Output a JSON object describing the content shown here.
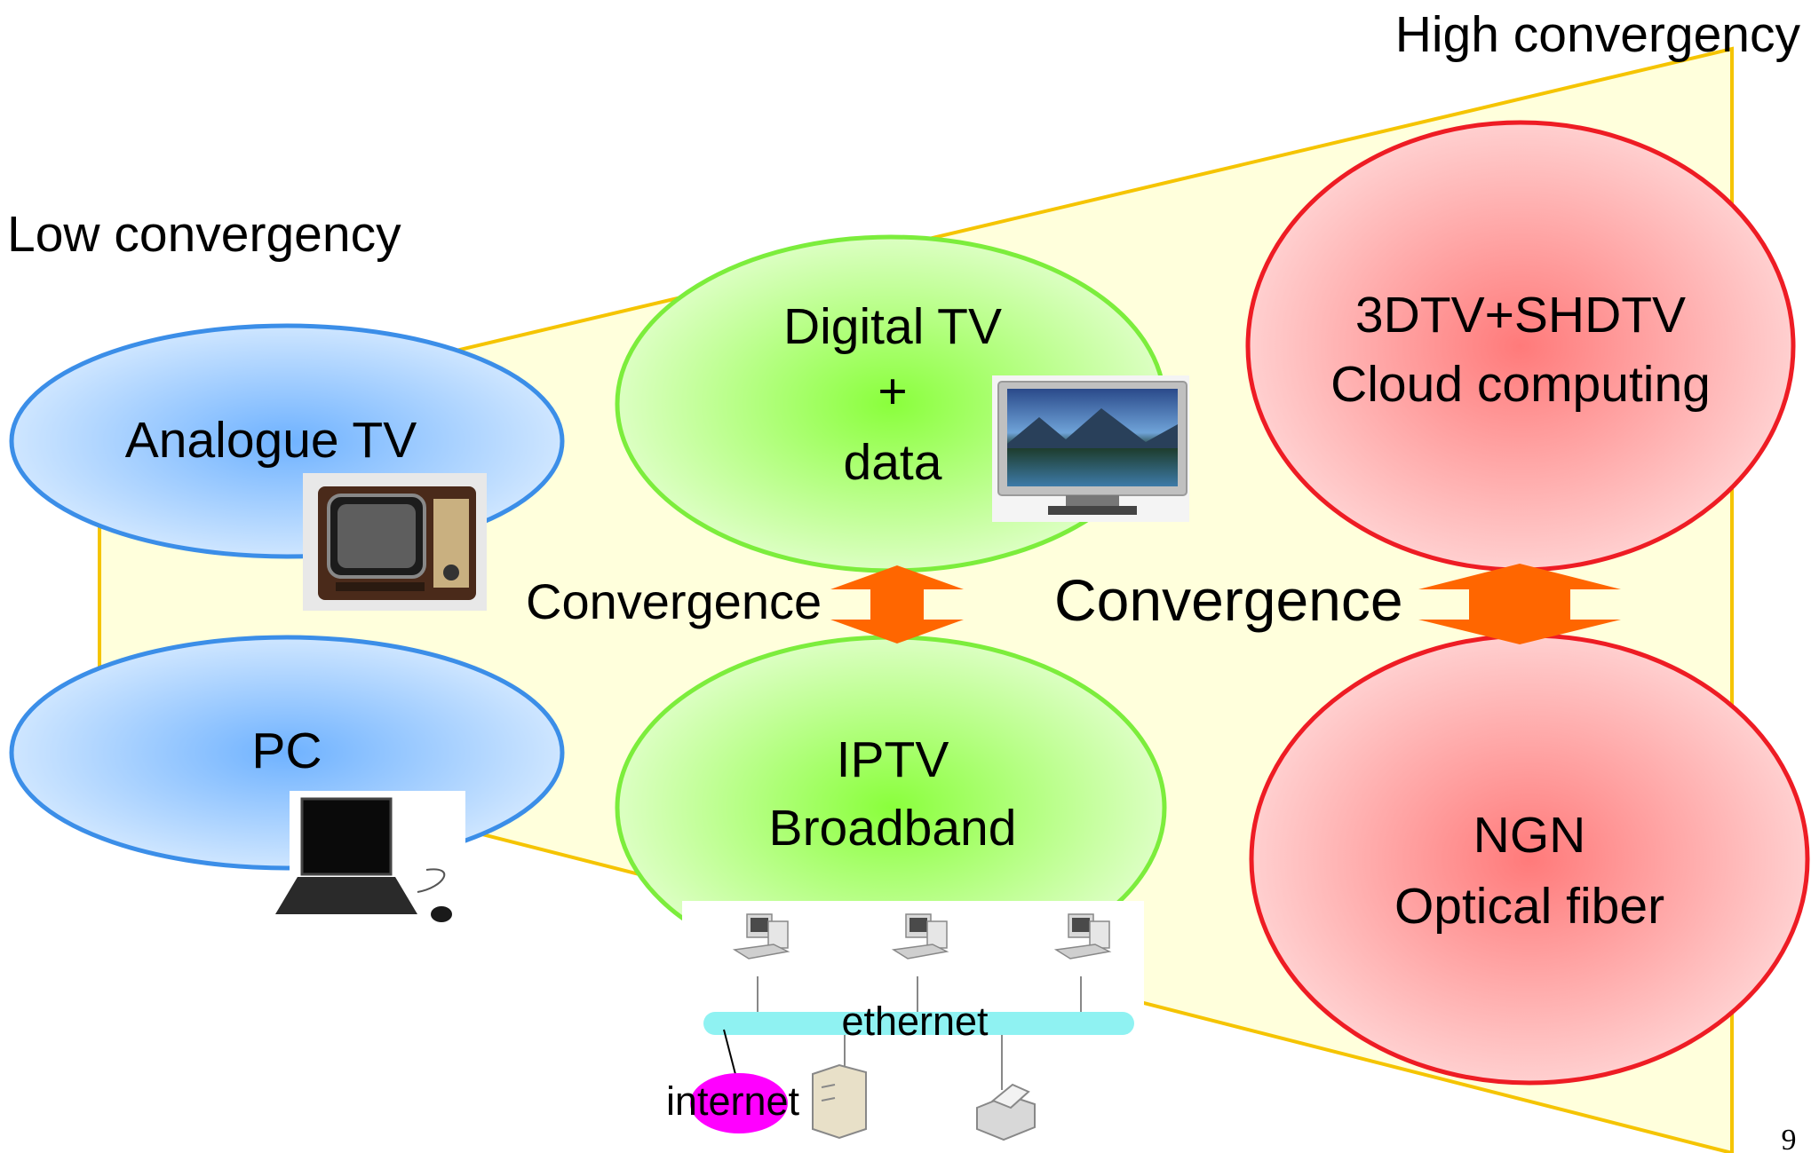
{
  "corner_labels": {
    "low": "Low convergency",
    "high": "High convergency"
  },
  "nodes": {
    "analogue_tv": {
      "label": "Analogue TV"
    },
    "pc": {
      "label": "PC"
    },
    "digital_tv": {
      "lines": [
        "Digital TV",
        "+",
        "data"
      ]
    },
    "iptv": {
      "lines": [
        "IPTV",
        "Broadband"
      ]
    },
    "tv3d": {
      "lines": [
        "3DTV+SHDTV",
        "Cloud computing"
      ]
    },
    "ngn": {
      "lines": [
        "NGN",
        "Optical fiber"
      ]
    }
  },
  "convergence_labels": {
    "left": "Convergence",
    "right": "Convergence"
  },
  "network": {
    "ethernet": "ethernet",
    "internet": "internet"
  },
  "page_number": "9",
  "colors": {
    "funnel_fill": "#ffffdc",
    "funnel_stroke": "#f5c400",
    "blue_stroke": "#3b8ee8",
    "green_stroke": "#7ced3c",
    "red_stroke": "#ee1c24",
    "arrow": "#ff6600",
    "ethernet_bar": "#8ff2f2",
    "internet_blob": "#ff00ff"
  }
}
